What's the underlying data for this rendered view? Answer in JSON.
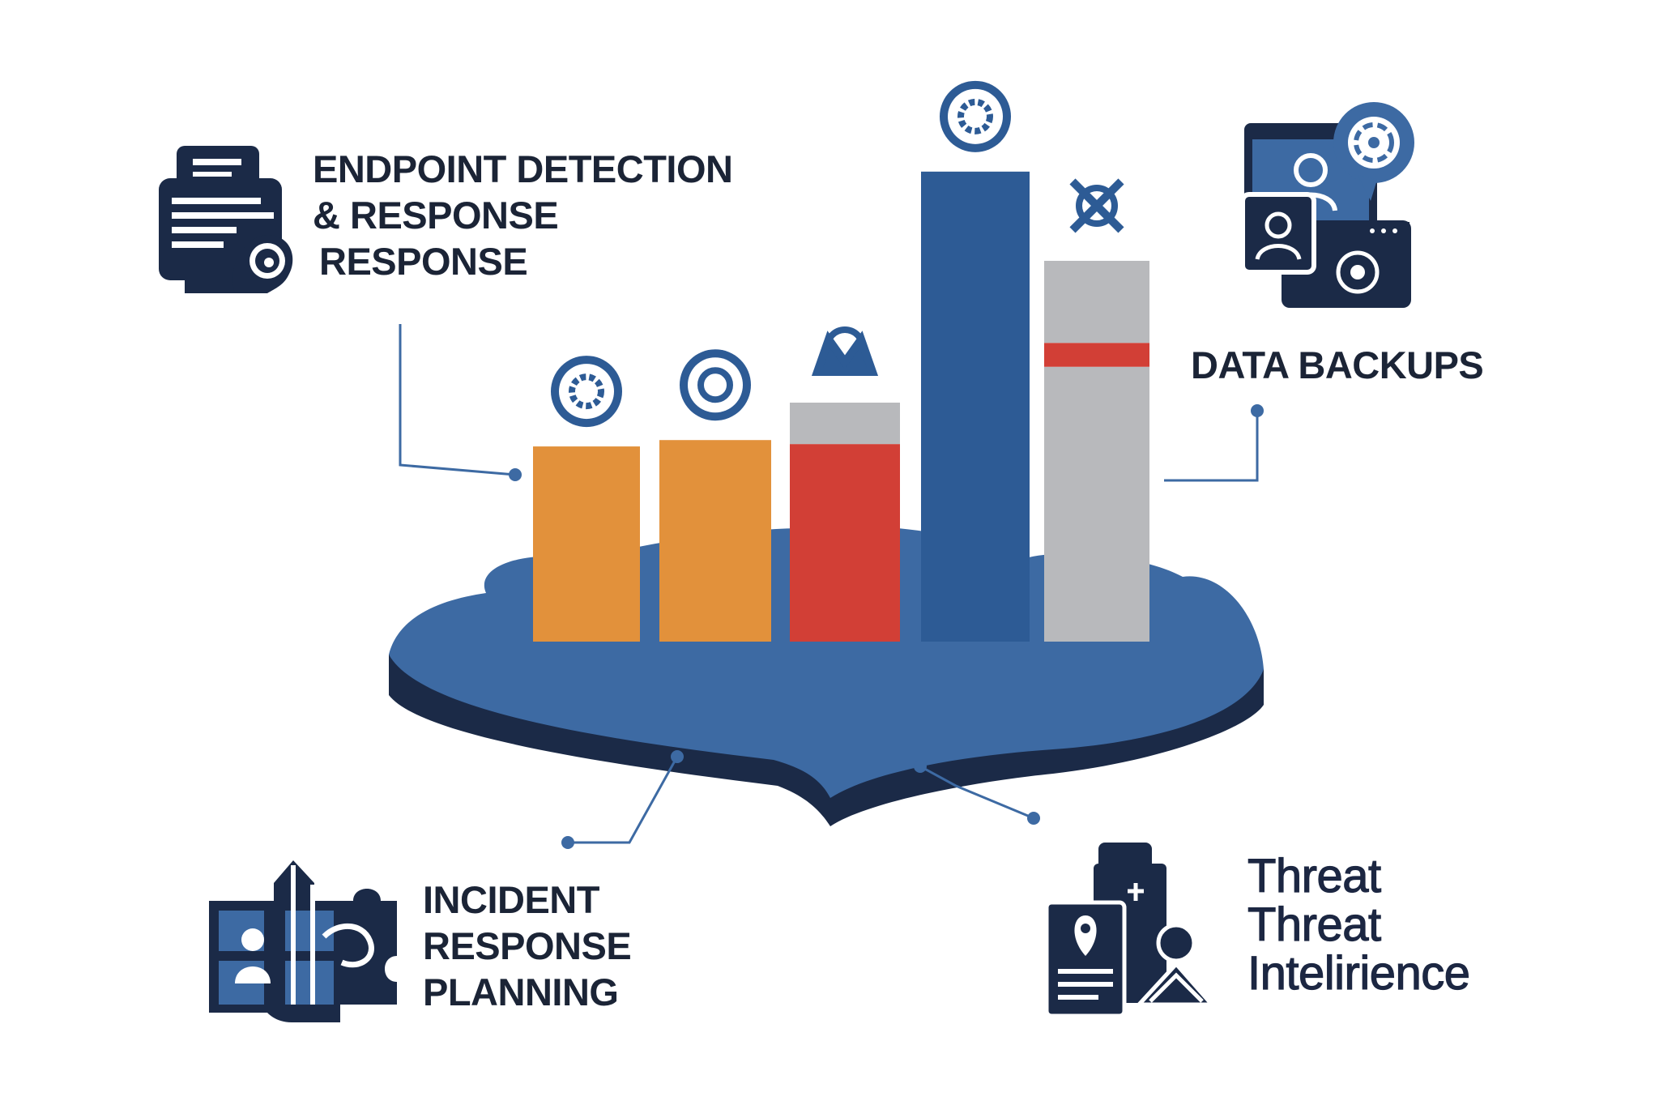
{
  "labels": {
    "edr": [
      "ENDPOINT DETECTION",
      "& RESPONSE",
      "RESPONSE"
    ],
    "backups": [
      "DATA BACKUPS"
    ],
    "irp": [
      "INCIDENT",
      "RESPONSE",
      "PLANNING"
    ],
    "threat": [
      "Threat",
      "Threat",
      "Intelirience"
    ]
  },
  "chart_data": {
    "type": "bar",
    "categories": [
      "",
      "",
      "",
      "",
      ""
    ],
    "values": [
      245,
      253,
      300,
      590,
      478
    ],
    "segments": [
      [
        {
          "value": 245,
          "color": "#e2913b"
        }
      ],
      [
        {
          "value": 253,
          "color": "#e2913b"
        }
      ],
      [
        {
          "value": 248,
          "color": "#d23f36"
        },
        {
          "value": 52,
          "color": "#b8b9bc"
        }
      ],
      [
        {
          "value": 590,
          "color": "#2d5b95"
        }
      ],
      [
        {
          "value": 345,
          "color": "#b8b9bc"
        },
        {
          "value": 30,
          "color": "#d23f36"
        },
        {
          "value": 103,
          "color": "#b8b9bc"
        }
      ]
    ],
    "colors": {
      "orange": "#e2913b",
      "red": "#d23f36",
      "gray": "#b8b9bc",
      "blue": "#2d5b95",
      "navy": "#1b2a47",
      "platform": "#3d6aa3"
    },
    "icons": [
      "gear-icon",
      "cloud-network-icon",
      "robot-shield-icon",
      "gear-tools-icon",
      "wrench-cross-icon"
    ],
    "title": "",
    "xlabel": "",
    "ylabel": "",
    "ylim": [
      0,
      600
    ],
    "grid": false,
    "legend": "none"
  }
}
